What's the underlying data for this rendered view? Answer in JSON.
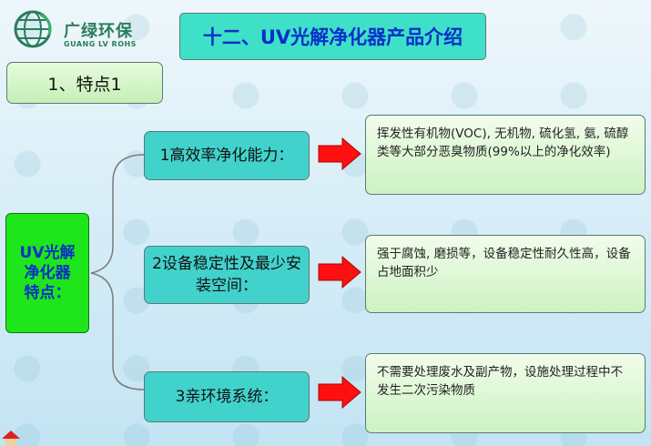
{
  "logo": {
    "name_cn": "广绿环保",
    "name_en": "GUANG LV ROHS"
  },
  "title": "十二、UV光解净化器产品介绍",
  "section": "1、特点1",
  "scroll_label": "UV光解\n净化器\n特点：",
  "features": [
    {
      "label": "1高效率净化能力：",
      "desc": "挥发性有机物(VOC), 无机物, 硫化氢, 氨, 硫醇类等大部分恶臭物质(99%以上的净化效率)"
    },
    {
      "label": "2设备稳定性及最少安装空间：",
      "desc": "强于腐蚀, 磨损等，设备稳定性耐久性高，设备占地面积少"
    },
    {
      "label": "3亲环境系统：",
      "desc": "不需要处理废水及副产物，设施处理过程中不发生二次污染物质"
    }
  ],
  "colors": {
    "title_bg": "#3ee0c8",
    "title_text": "#0a2fc8",
    "feature_bg": "#42d2cc",
    "desc_bg": "#d8f5cf",
    "scroll_bg": "#1ee61a",
    "arrow": "#ff1010",
    "brand": "#2a7d5a"
  }
}
